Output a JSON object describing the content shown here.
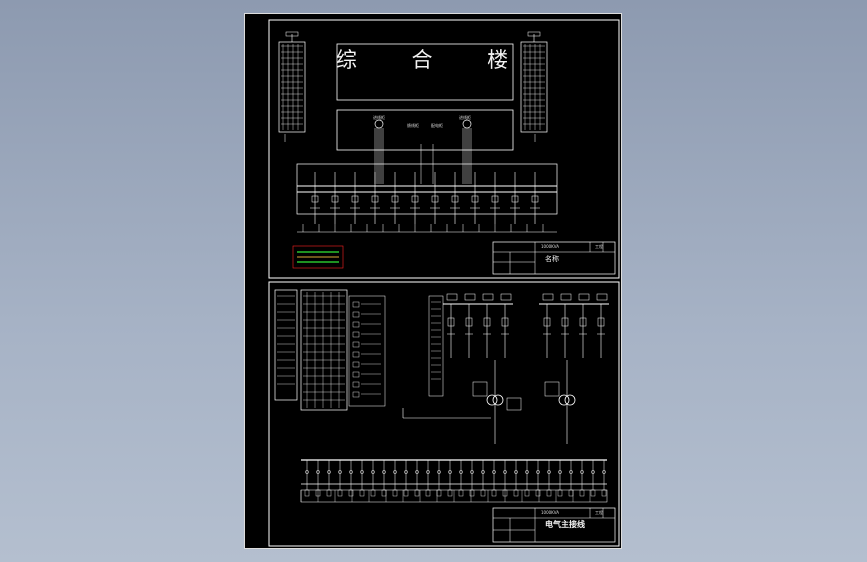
{
  "building_title": "综 合 楼",
  "sheet1": {
    "left_tb": "进线柜",
    "mid_tb1": "馈线柜",
    "mid_tb2": "配电柜",
    "right_tb": "进线柜",
    "tb_project": "1000KVA",
    "tb_right1": "工程",
    "tb_name": "名称"
  },
  "sheet2": {
    "tb_project": "1000KVA",
    "tb_right1": "工程",
    "tb_title": "电气主接线"
  },
  "colors": {
    "background_top": "#8d9ab0",
    "background_bottom": "#b4bfcf",
    "sheet": "#000000",
    "line": "#ffffff",
    "legend_red": "#ff2020",
    "legend_green": "#29c12c"
  }
}
